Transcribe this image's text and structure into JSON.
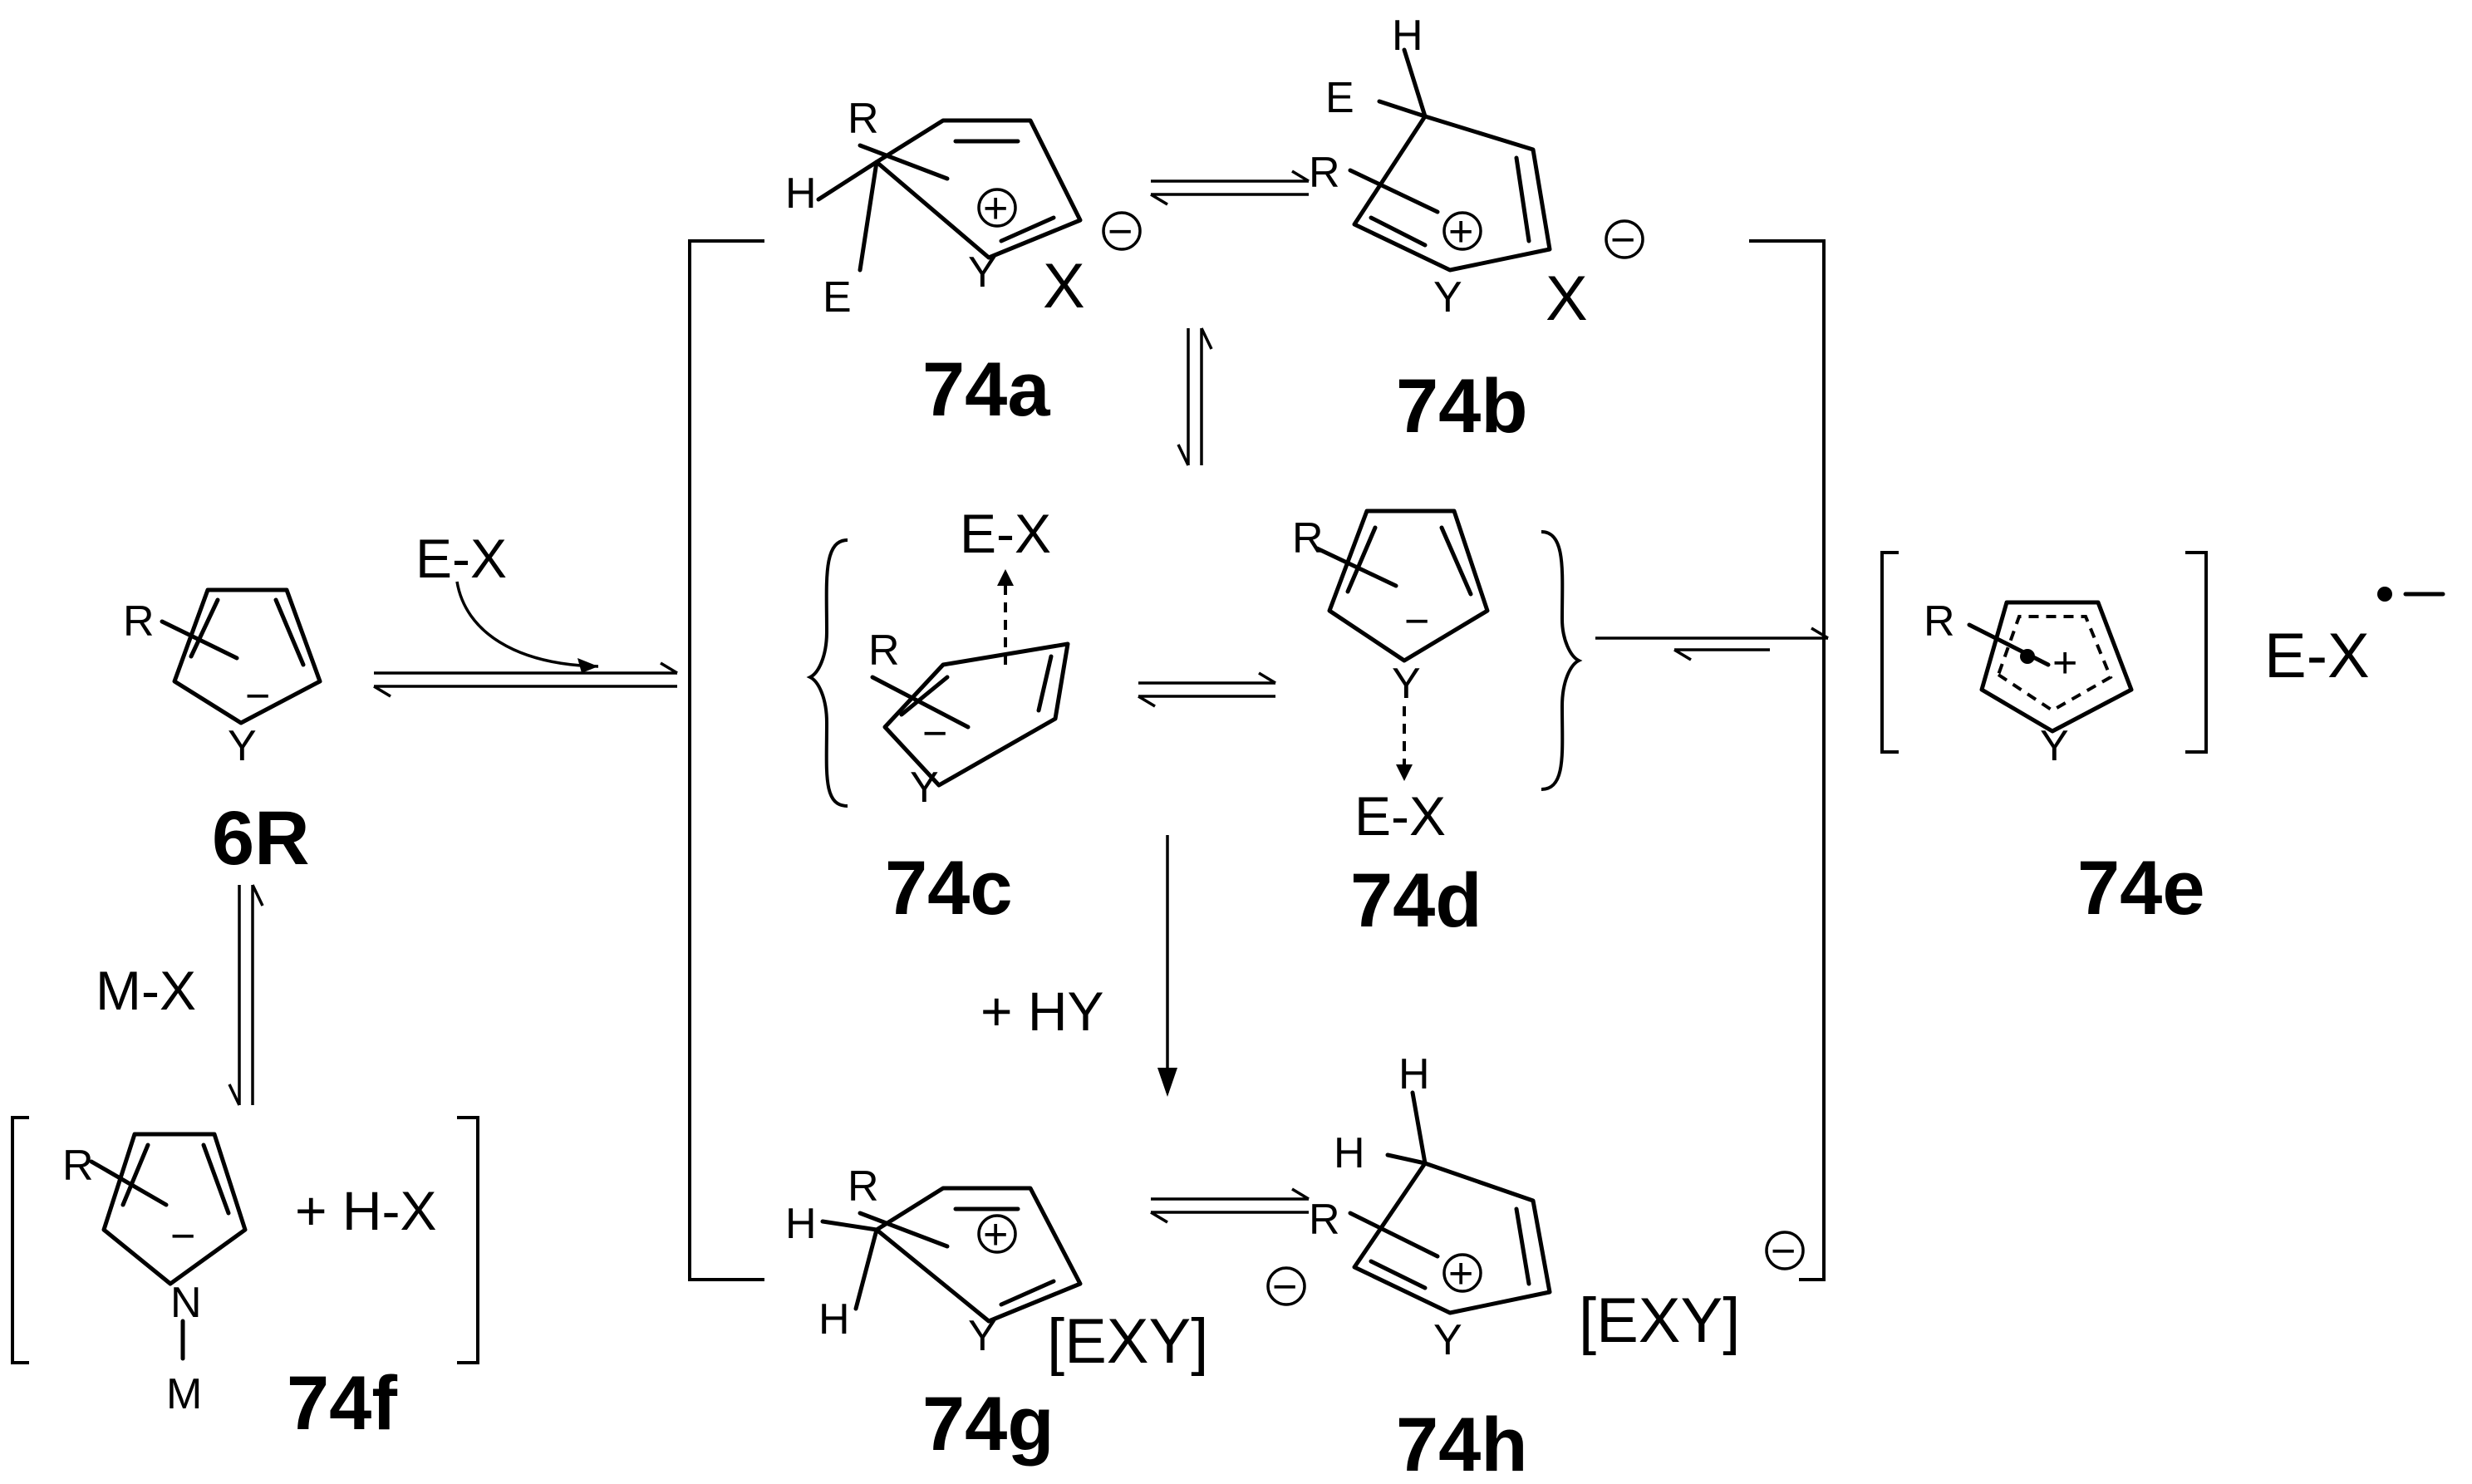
{
  "compounds": {
    "c6R": "6R",
    "c74a": "74a",
    "c74b": "74b",
    "c74c": "74c",
    "c74d": "74d",
    "c74e": "74e",
    "c74f": "74f",
    "c74g": "74g",
    "c74h": "74h"
  },
  "atoms": {
    "R": "R",
    "Y": "Y",
    "H": "H",
    "E": "E",
    "X": "X",
    "N": "N",
    "M": "M",
    "minus": "−",
    "plus": "+"
  },
  "reagents": {
    "ex": "E-X",
    "mx": "M-X",
    "hx": "+ H-X",
    "hy": "+ HY",
    "exy": "[EXY]"
  }
}
